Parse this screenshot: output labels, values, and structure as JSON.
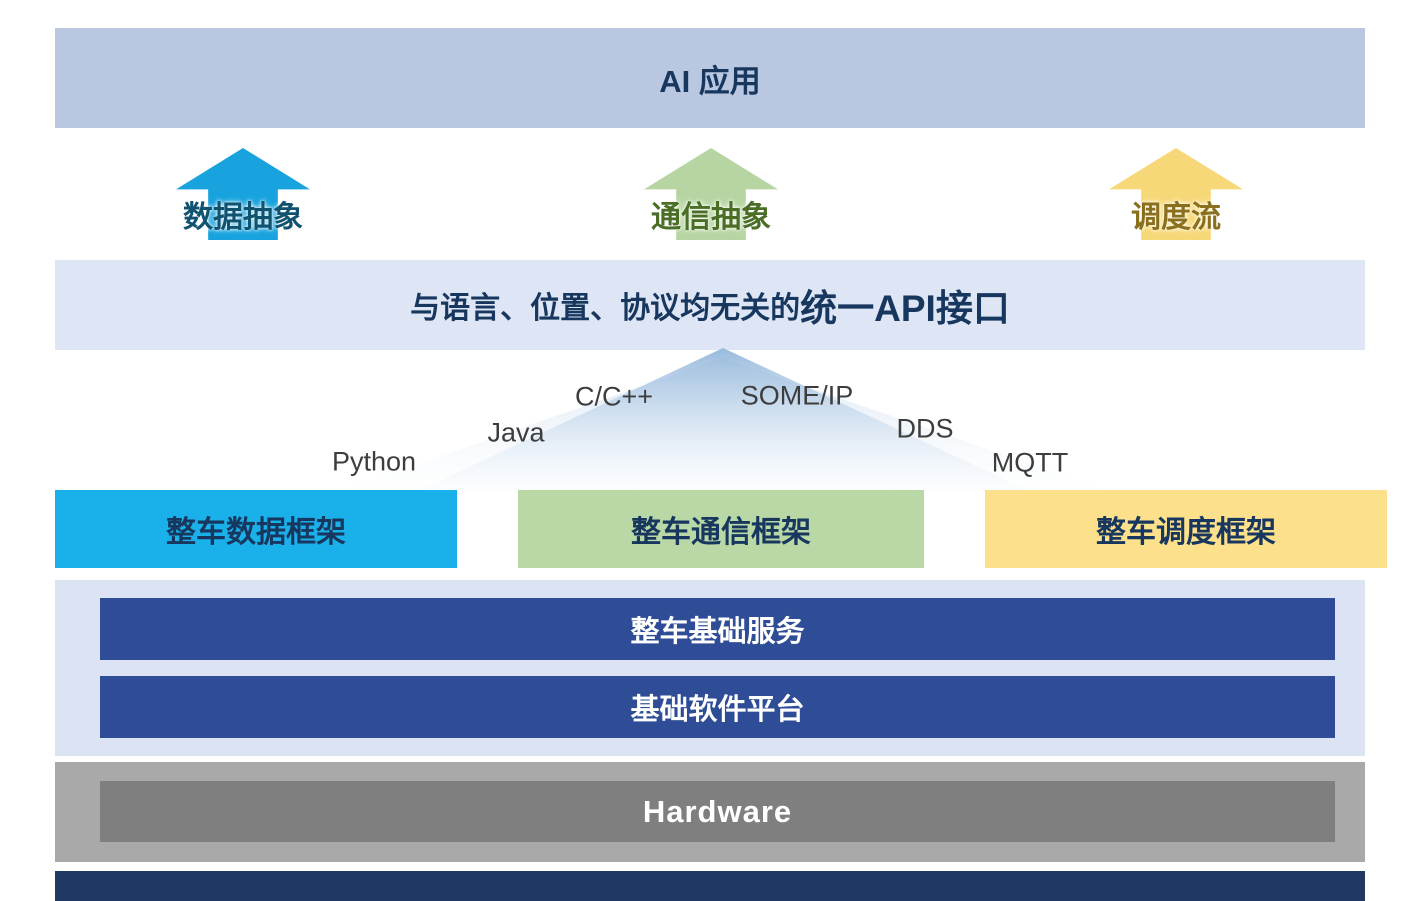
{
  "colors": {
    "top_bar_bg": "#b9c7e1",
    "api_bar_bg": "#dee5f4",
    "platform_bg": "#dce4f3",
    "navy_bar_bg": "#2e4d96",
    "hardware_container_bg": "#a9a9a9",
    "hardware_bar_bg": "#7f7f7f",
    "footer_bg": "#1f3864",
    "heading_text": "#17375e",
    "white_text": "#ffffff",
    "lang_text": "#3d3d3d"
  },
  "top_bar": {
    "label": "AI 应用"
  },
  "arrows": [
    {
      "label": "数据抽象",
      "arrow_color": "#18a3de",
      "text_color": "#0f5370"
    },
    {
      "label": "通信抽象",
      "arrow_color": "#b7d5a2",
      "text_color": "#4a6e26"
    },
    {
      "label": "调度流",
      "arrow_color": "#f7d878",
      "text_color": "#8a6f1c"
    }
  ],
  "api_bar": {
    "prefix": "与语言、位置、协议均无关的",
    "emphasis": "统一API接口"
  },
  "languages": [
    "Python",
    "Java",
    "C/C++",
    "SOME/IP",
    "DDS",
    "MQTT"
  ],
  "frameworks": [
    {
      "label": "整车数据框架",
      "bg": "#1ab1eb",
      "text_color": "#17375e"
    },
    {
      "label": "整车通信框架",
      "bg": "#bad8a5",
      "text_color": "#17375e"
    },
    {
      "label": "整车调度框架",
      "bg": "#fce08c",
      "text_color": "#17375e"
    }
  ],
  "platform": {
    "rows": [
      {
        "label": "整车基础服务"
      },
      {
        "label": "基础软件平台"
      }
    ]
  },
  "hardware": {
    "label": "Hardware"
  }
}
